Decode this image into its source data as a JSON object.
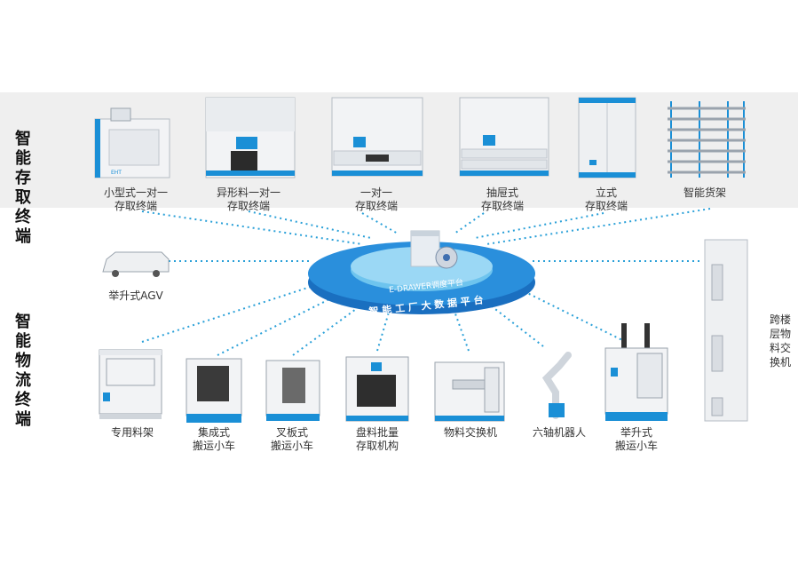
{
  "sections": {
    "storage_label": "智能存取终端",
    "logistics_label": "智能物流终端"
  },
  "platform": {
    "top_text": "E-DRAWER调度平台",
    "ring_text": "智 能 工 厂 大 数 据 平 台"
  },
  "storage_terminals": [
    {
      "line1": "小型式一对一",
      "line2": "存取终端"
    },
    {
      "line1": "异形料一对一",
      "line2": "存取终端"
    },
    {
      "line1": "一对一",
      "line2": "存取终端"
    },
    {
      "line1": "抽屉式",
      "line2": "存取终端"
    },
    {
      "line1": "立式",
      "line2": "存取终端"
    },
    {
      "line1": "智能货架",
      "line2": ""
    }
  ],
  "agv": {
    "label": "举升式AGV"
  },
  "logistics_terminals": [
    {
      "line1": "专用料架",
      "line2": ""
    },
    {
      "line1": "集成式",
      "line2": "搬运小车"
    },
    {
      "line1": "叉板式",
      "line2": "搬运小车"
    },
    {
      "line1": "盘料批量",
      "line2": "存取机构"
    },
    {
      "line1": "物料交换机",
      "line2": ""
    },
    {
      "line1": "六轴机器人",
      "line2": ""
    },
    {
      "line1": "举升式",
      "line2": "搬运小车"
    }
  ],
  "right_machine": {
    "label": "跨楼层物料交换机"
  },
  "brand_text": "EHT",
  "colors": {
    "accent": "#1a8fd6",
    "dot_line": "#2aa0d8",
    "band": "#efefef"
  }
}
